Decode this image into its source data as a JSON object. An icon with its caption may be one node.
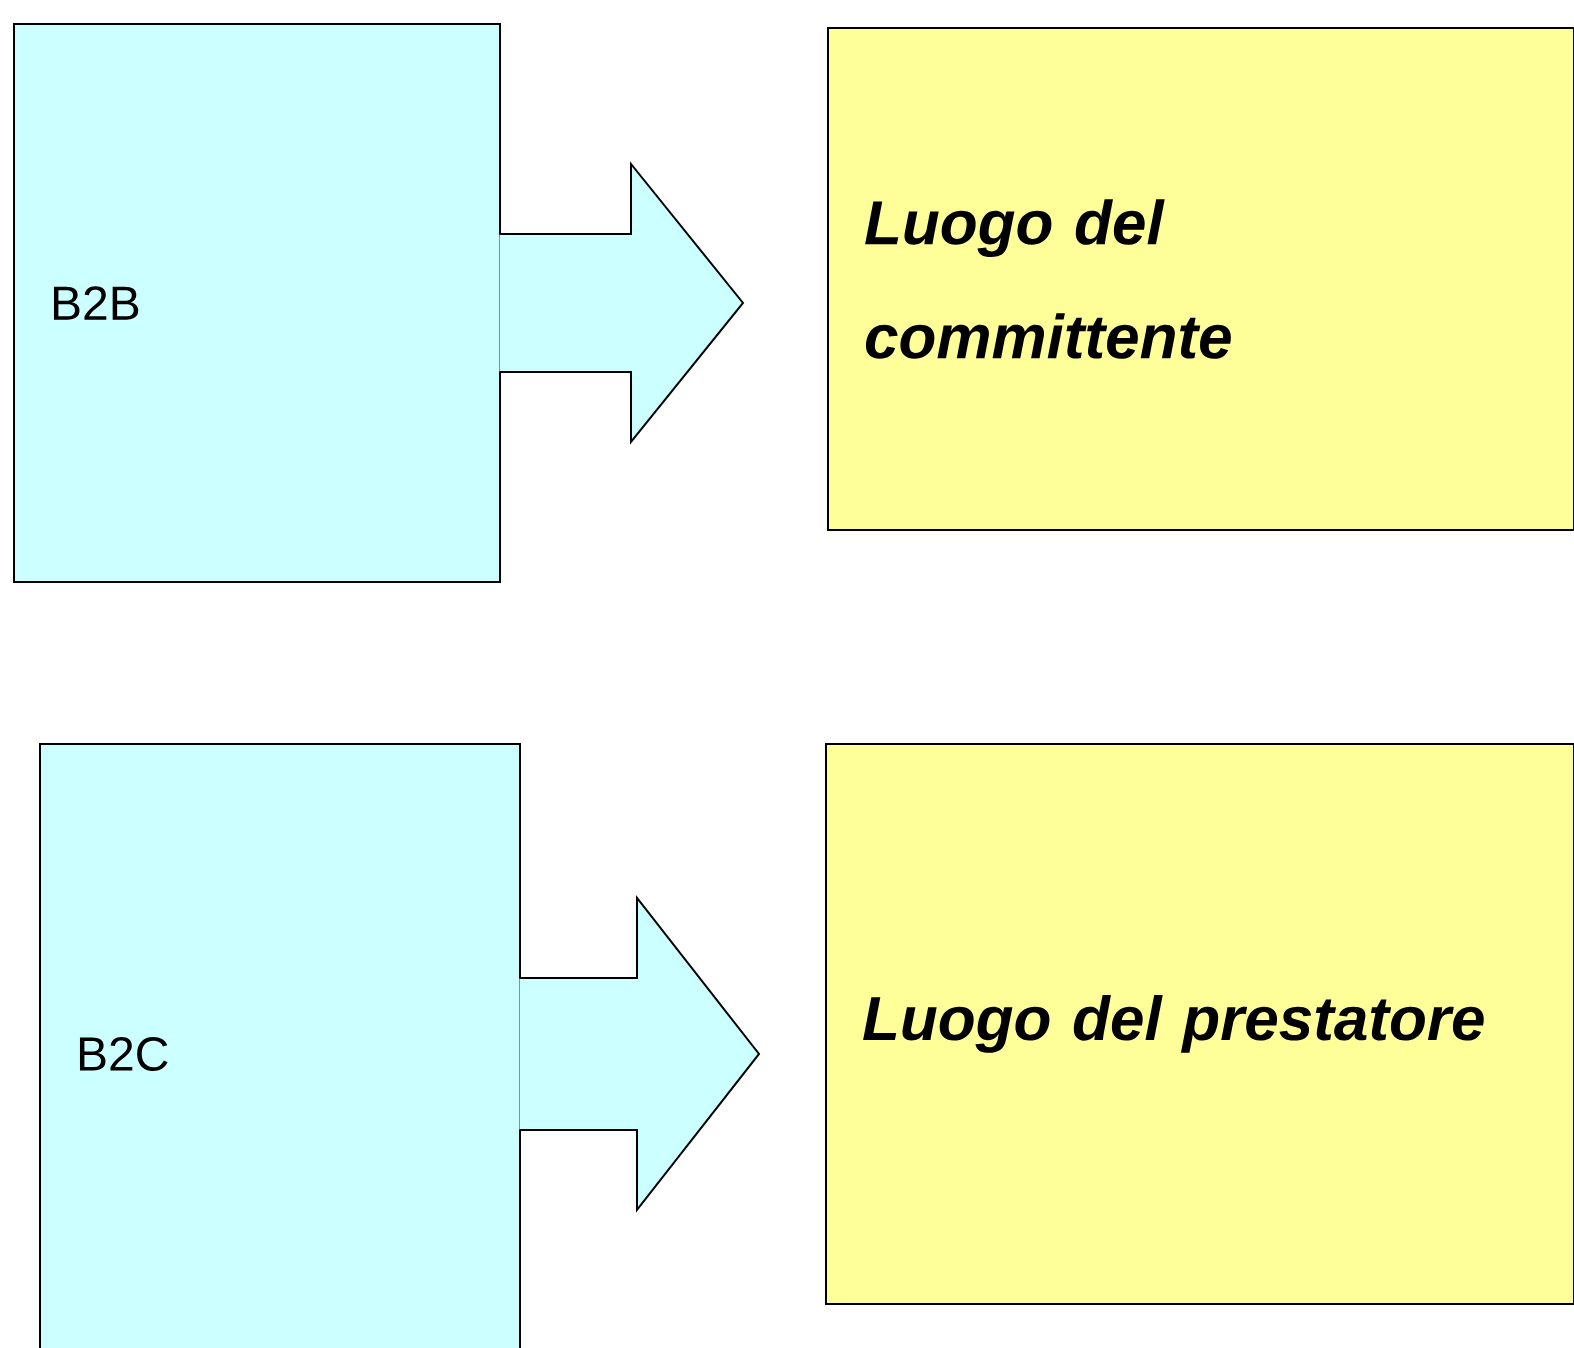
{
  "diagram": {
    "nodes": [
      {
        "text": [
          "B2B"
        ]
      },
      {
        "text": [
          "Luogo del committente"
        ]
      },
      {
        "text": [
          "B2C"
        ]
      },
      {
        "text": [
          "Luogo del prestatore"
        ]
      }
    ],
    "edges": [
      {
        "from": 0,
        "to": 1,
        "arrow": "to"
      },
      {
        "from": 2,
        "to": 3,
        "arrow": "to"
      }
    ]
  }
}
